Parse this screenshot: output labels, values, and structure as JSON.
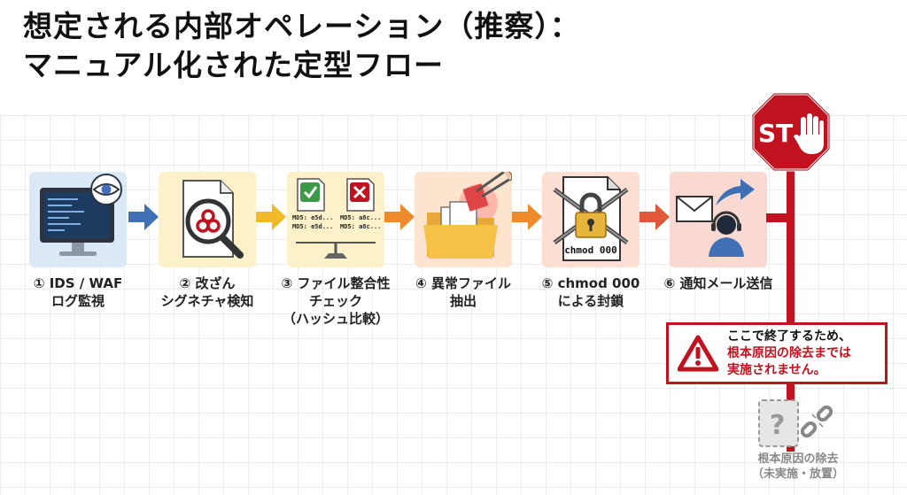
{
  "title": {
    "line1": "想定される内部オペレーション（推察）：",
    "line2": "マニュアル化された定型フロー"
  },
  "steps": [
    {
      "lines": [
        "① IDS / WAF",
        "ログ監視"
      ],
      "icon": "monitor-eye-icon"
    },
    {
      "lines": [
        "② 改ざん",
        "シグネチャ検知"
      ],
      "icon": "biohazard-magnifier-icon"
    },
    {
      "lines": [
        "③ ファイル整合性",
        "チェック",
        "（ハッシュ比較）"
      ],
      "icon": "hash-compare-icon",
      "hash_left": [
        "MD5: e5d...",
        "MD5: e5d..."
      ],
      "hash_right": [
        "MD5: a8c...",
        "MD5: a8c..."
      ]
    },
    {
      "lines": [
        "④ 異常ファイル",
        "抽出"
      ],
      "icon": "tweezers-folder-icon"
    },
    {
      "lines": [
        "⑤ chmod 000",
        "による封鎖"
      ],
      "icon": "chained-lock-icon",
      "file_label": "chmod 000"
    },
    {
      "lines": [
        "⑥ 通知メール送信"
      ],
      "icon": "mail-operator-icon"
    }
  ],
  "stop_sign": {
    "text": "ST",
    "icon": "stop-hand-icon"
  },
  "warning": {
    "line1": "ここで終了するため、",
    "line2": "根本原因の除去までは",
    "line3": "実施されません。",
    "icon": "warning-triangle-icon"
  },
  "root_cause": {
    "line1": "根本原因の除去",
    "line2": "（未実施・放置）",
    "icon": "broken-chain-question-icon"
  },
  "colors": {
    "accent_red": "#c1121f",
    "blue_arrow": "#3f6fb5",
    "yellow_arrow": "#f2b92b",
    "orange_arrow": "#ec8a2c",
    "red_arrow": "#e0573a"
  }
}
